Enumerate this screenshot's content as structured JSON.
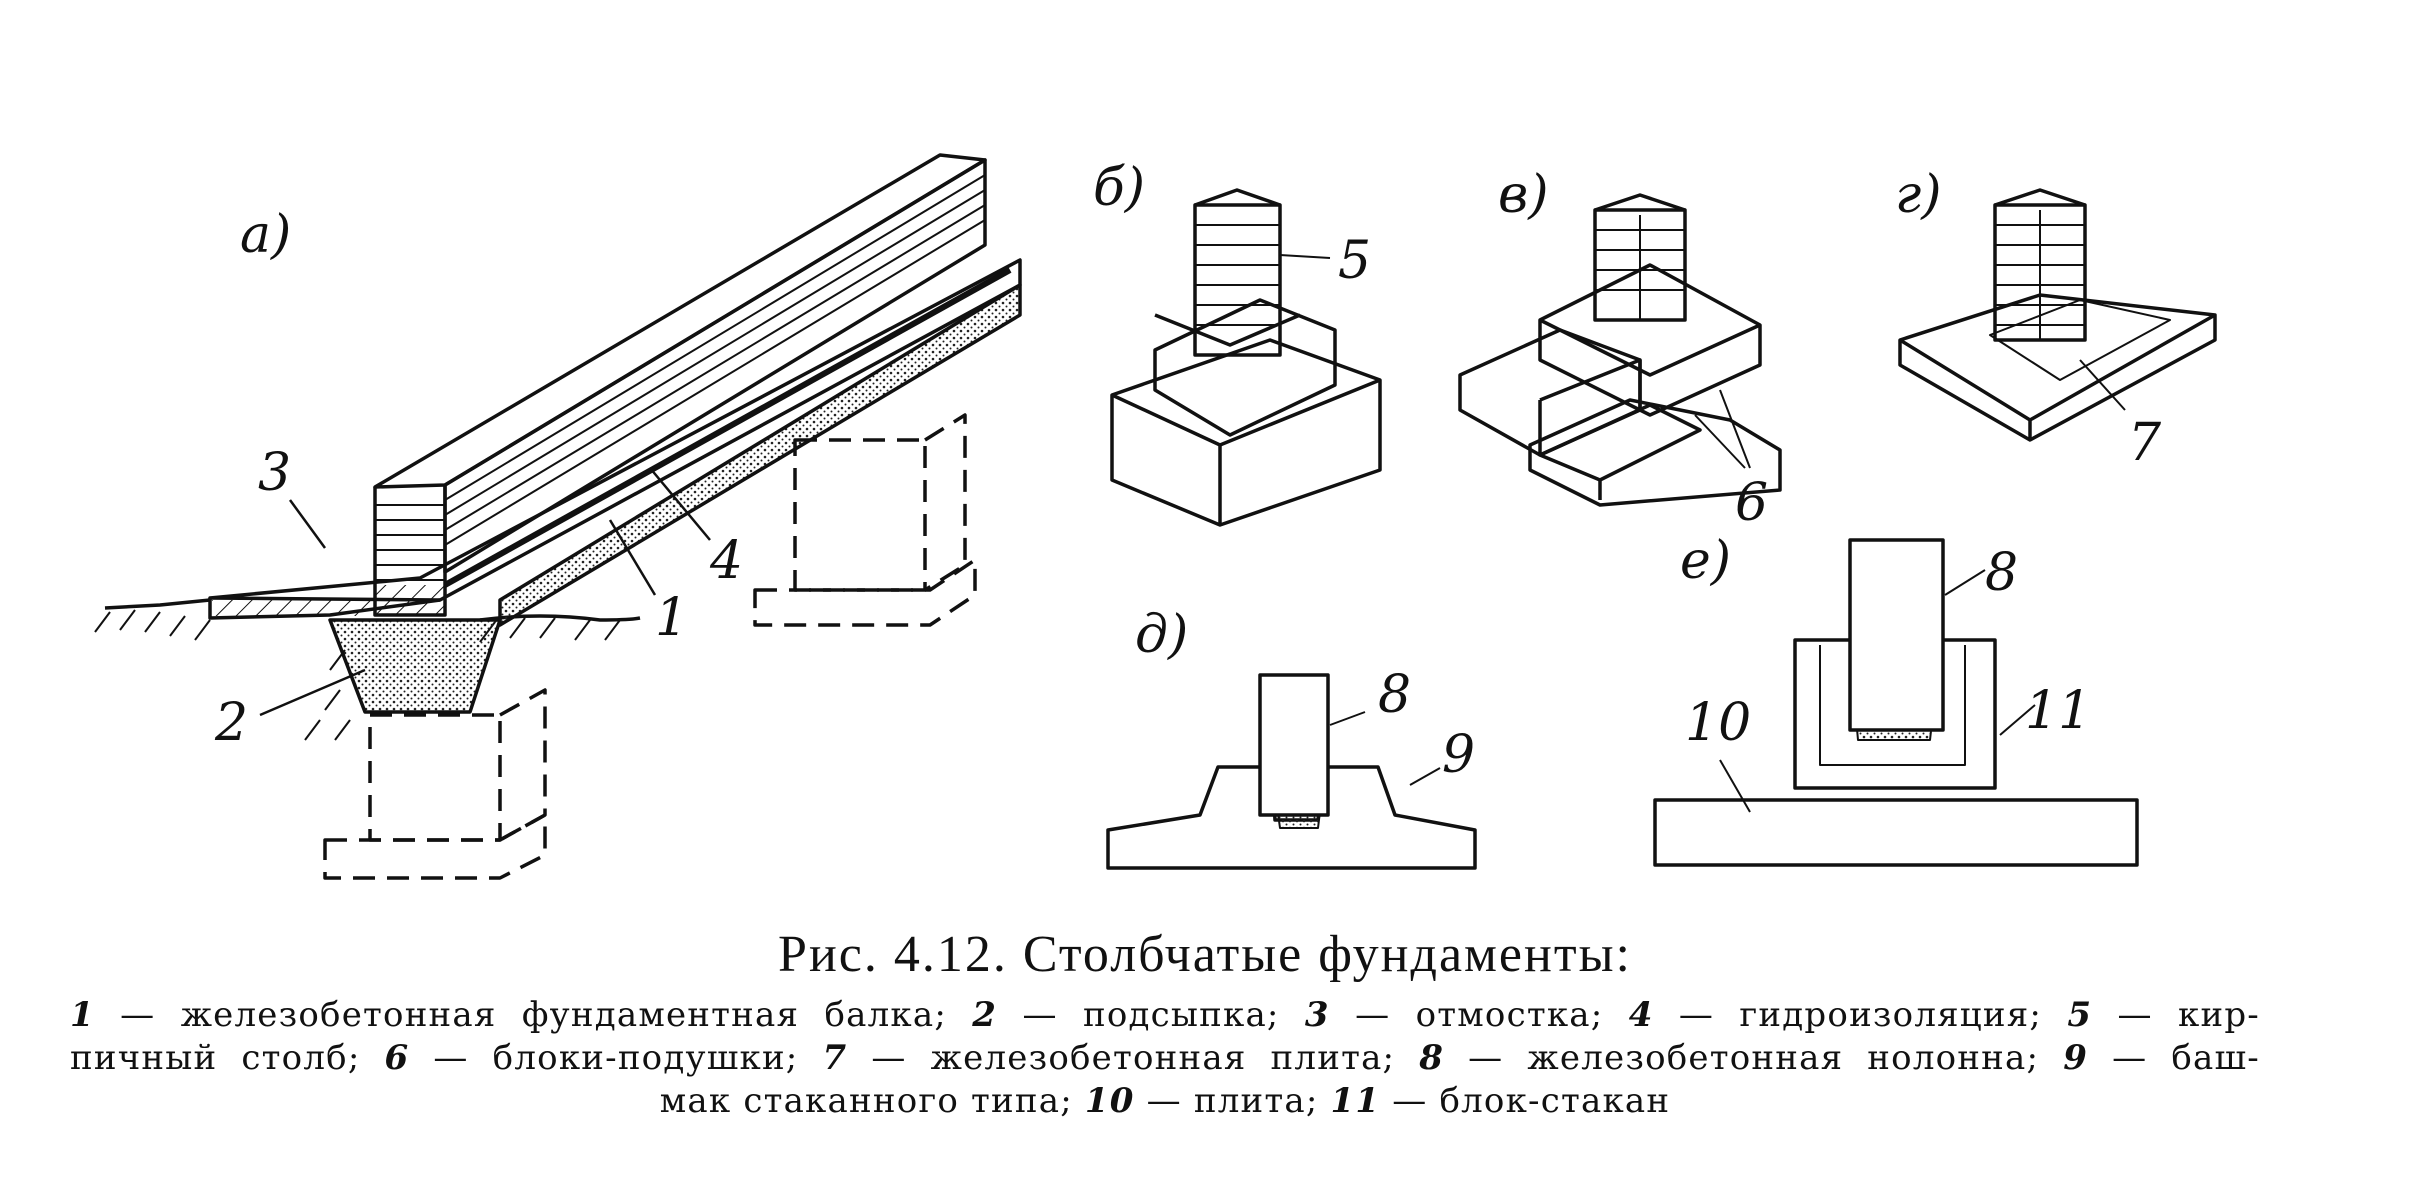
{
  "figure": {
    "panel_labels": {
      "a": "а)",
      "b": "б)",
      "v": "в)",
      "g": "г)",
      "d": "д)",
      "e": "е)"
    },
    "callouts": {
      "n1": "1",
      "n2": "2",
      "n3": "3",
      "n4": "4",
      "n5": "5",
      "n6": "6",
      "n7": "7",
      "n8a": "8",
      "n8b": "8",
      "n9": "9",
      "n10": "10",
      "n11": "11"
    }
  },
  "caption": {
    "title": "Рис. 4.12. Столбчатые фундаменты:",
    "items": [
      {
        "num": "1",
        "text": " — железобетонная фундаментная балка; "
      },
      {
        "num": "2",
        "text": " — подсыпка; "
      },
      {
        "num": "3",
        "text": " — отмостка; "
      },
      {
        "num": "4",
        "text": " — гидроизоляция; "
      },
      {
        "num": "5",
        "text": " — кир-"
      },
      {
        "num": "",
        "text": "пичный столб; "
      },
      {
        "num": "6",
        "text": " — блоки-подушки; "
      },
      {
        "num": "7",
        "text": " — железобетонная плита; "
      },
      {
        "num": "8",
        "text": " — железобетонная нолонна; "
      },
      {
        "num": "9",
        "text": " — баш-"
      },
      {
        "num": "",
        "text": "мак стаканного типа; "
      },
      {
        "num": "10",
        "text": " — плита; "
      },
      {
        "num": "11",
        "text": " — блок-стакан"
      }
    ]
  }
}
